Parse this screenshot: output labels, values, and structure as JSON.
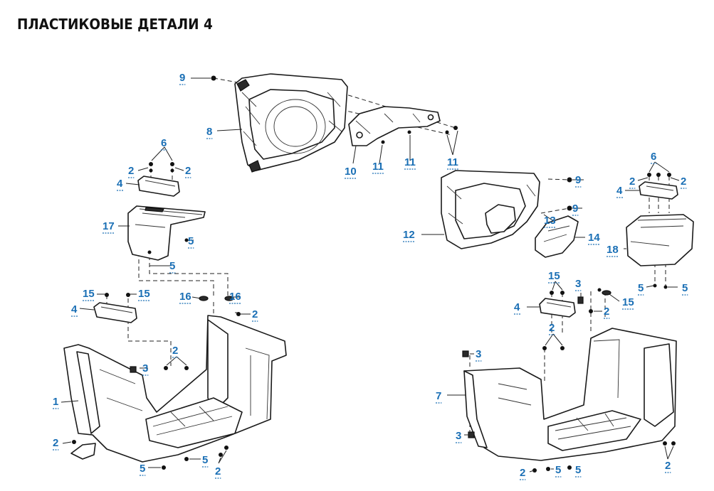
{
  "title": "ПЛАСТИКОВЫЕ ДЕТАЛИ 4",
  "colors": {
    "callout": "#1a6fb5",
    "ink": "#1a1a1a",
    "background": "#ffffff"
  },
  "callouts": [
    {
      "id": "c9a",
      "label": "9"
    },
    {
      "id": "c8",
      "label": "8"
    },
    {
      "id": "c10",
      "label": "10"
    },
    {
      "id": "c11a",
      "label": "11"
    },
    {
      "id": "c11b",
      "label": "11"
    },
    {
      "id": "c11c",
      "label": "11"
    },
    {
      "id": "c9b",
      "label": "9"
    },
    {
      "id": "c9c",
      "label": "9"
    },
    {
      "id": "c12",
      "label": "12"
    },
    {
      "id": "c13",
      "label": "13"
    },
    {
      "id": "c14",
      "label": "14"
    },
    {
      "id": "c6a",
      "label": "6"
    },
    {
      "id": "c2a",
      "label": "2"
    },
    {
      "id": "c2b",
      "label": "2"
    },
    {
      "id": "c4a",
      "label": "4"
    },
    {
      "id": "c17",
      "label": "17"
    },
    {
      "id": "c5a",
      "label": "5"
    },
    {
      "id": "c5b",
      "label": "5"
    },
    {
      "id": "c15a",
      "label": "15"
    },
    {
      "id": "c15b",
      "label": "15"
    },
    {
      "id": "c4b",
      "label": "4"
    },
    {
      "id": "c16a",
      "label": "16"
    },
    {
      "id": "c16b",
      "label": "16"
    },
    {
      "id": "c2c",
      "label": "2"
    },
    {
      "id": "c2d",
      "label": "2"
    },
    {
      "id": "c3a",
      "label": "3"
    },
    {
      "id": "c1",
      "label": "1"
    },
    {
      "id": "c2e",
      "label": "2"
    },
    {
      "id": "c5c",
      "label": "5"
    },
    {
      "id": "c5d",
      "label": "5"
    },
    {
      "id": "c2f",
      "label": "2"
    },
    {
      "id": "c6b",
      "label": "6"
    },
    {
      "id": "c2g",
      "label": "2"
    },
    {
      "id": "c2h",
      "label": "2"
    },
    {
      "id": "c4c",
      "label": "4"
    },
    {
      "id": "c18",
      "label": "18"
    },
    {
      "id": "c5e",
      "label": "5"
    },
    {
      "id": "c5f",
      "label": "5"
    },
    {
      "id": "c15c",
      "label": "15"
    },
    {
      "id": "c3b",
      "label": "3"
    },
    {
      "id": "c2i",
      "label": "2"
    },
    {
      "id": "c15d",
      "label": "15"
    },
    {
      "id": "c4d",
      "label": "4"
    },
    {
      "id": "c2j",
      "label": "2"
    },
    {
      "id": "c3c",
      "label": "3"
    },
    {
      "id": "c7",
      "label": "7"
    },
    {
      "id": "c3d",
      "label": "3"
    },
    {
      "id": "c2k",
      "label": "2"
    },
    {
      "id": "c5g",
      "label": "5"
    },
    {
      "id": "c5h",
      "label": "5"
    },
    {
      "id": "c2l",
      "label": "2"
    }
  ]
}
